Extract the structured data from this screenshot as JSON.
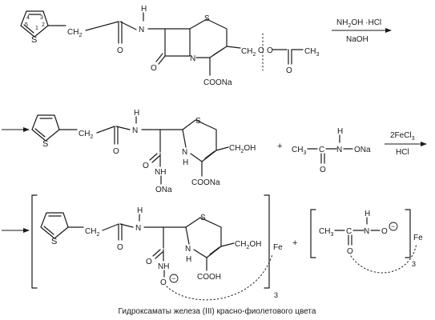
{
  "row1": {
    "ring_numbers": [
      "4",
      "3",
      "5",
      "1",
      "2"
    ],
    "atoms": {
      "s_thiophene": "S",
      "ch2": "CH",
      "ch2_sub": "2",
      "o_amide": "O",
      "nh_h": "H",
      "nh_n": "N",
      "s_ring": "S",
      "n_ring": "N",
      "o_lactam": "O",
      "ch2o": "CH",
      "ch2o_sub": "2",
      "ch2o_o": "O",
      "o_ester": "O",
      "ch3": "CH",
      "ch3_sub": "3",
      "coona": "COONa"
    },
    "reagent_top": "NH",
    "reagent_top_sub": "2",
    "reagent_top_rest": "OH ·HCl",
    "reagent_bottom": "NaOH"
  },
  "row2": {
    "atoms": {
      "s_thiophene": "S",
      "ch2": "CH",
      "ch2_sub": "2",
      "o_amide": "O",
      "nh_h": "H",
      "nh_n": "N",
      "s_ring": "S",
      "ring_nh_n": "N",
      "ring_nh_h": "H",
      "ch2oh": "CH",
      "ch2oh_sub": "2",
      "ch2oh_rest": "OH",
      "o_hydrox": "O",
      "nh_hydrox": "NH",
      "ona": "ONa",
      "coona": "COONa"
    },
    "plus": "+",
    "acetohydroxamate": {
      "ch3": "CH",
      "ch3_sub": "3",
      "c": "C",
      "o": "O",
      "h": "H",
      "n": "N",
      "ona": "ONa"
    },
    "reagent_top": "2FeCl",
    "reagent_top_sub": "3",
    "reagent_bottom": "HCl"
  },
  "row3": {
    "atoms": {
      "s_thiophene": "S",
      "ch2": "CH",
      "ch2_sub": "2",
      "o_amide": "O",
      "nh_h": "H",
      "nh_n": "N",
      "s_ring": "S",
      "ring_nh_n": "N",
      "ring_nh_h": "H",
      "ch2oh": "CH",
      "ch2oh_sub": "2",
      "ch2oh_rest": "OH",
      "o_hydrox": "O",
      "nh_hydrox": "NH",
      "o_minus": "O",
      "minus": "−",
      "cooh": "COOH"
    },
    "fe_left": "Fe",
    "sub_left": "3",
    "plus": "+",
    "acetohydroxamate": {
      "ch3": "CH",
      "ch3_sub": "3",
      "c": "C",
      "o": "O",
      "h": "H",
      "n": "N",
      "o_minus": "O",
      "minus": "−"
    },
    "fe_right": "Fe",
    "sub_right": "3"
  },
  "caption": "Гидроксаматы железа (III) красно-фиолетового цвета"
}
